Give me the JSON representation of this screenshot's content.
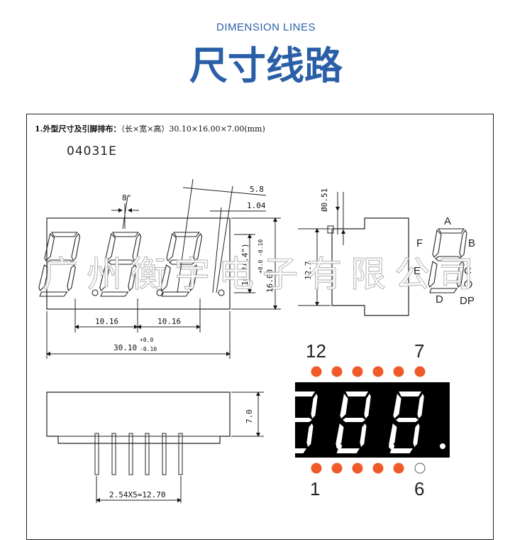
{
  "header": {
    "subtitle": "DIMENSION LINES",
    "title": "尺寸线路"
  },
  "spec": {
    "heading": "1.外型尺寸及引脚排布：",
    "detail": "（长×宽×高）30.10×16.00×7.00(mm)"
  },
  "part_number": "04031E",
  "watermark": "广州衡宇电子有限公司",
  "dimensions": {
    "angle": "8°",
    "d_58": "5.8",
    "d_104": "1.04",
    "d_051": "Ø0.51",
    "d_127": "12.7",
    "d_1016_a": "10.16",
    "d_1016_b": "10.16",
    "d_3010": "30.10",
    "tol_plus": "+0.0",
    "tol_minus": "-0.10",
    "d_1600": "16.00",
    "tol_1600": "+0.0 -0.10",
    "d_1024": "10.2(.4\")",
    "d_70": "7.0",
    "d_pins": "2.54X5=12.70"
  },
  "segment_labels": {
    "a": "A",
    "b": "B",
    "c": "C",
    "d": "D",
    "e": "E",
    "f": "F",
    "dp": "DP"
  },
  "pins": {
    "top_left": "12",
    "top_right": "7",
    "bottom_left": "1",
    "bottom_right": "6"
  },
  "colors": {
    "accent": "#2a5fa8",
    "pin_active": "#f05a28",
    "display_bg": "#000000",
    "segment": "#ffffff"
  }
}
